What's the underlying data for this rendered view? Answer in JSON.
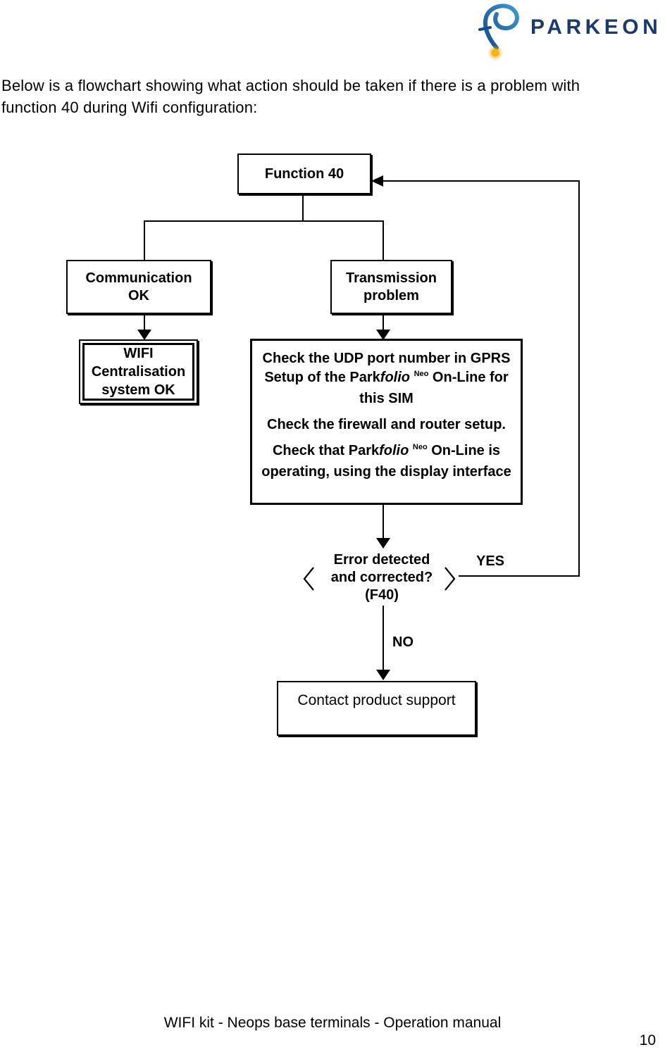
{
  "logo": {
    "brand": "PARKEON",
    "glyph": "parkeon-loop-icon",
    "colors": {
      "brand_navy": "#1d3a6c",
      "glyph_blue_dark": "#164a8c",
      "glyph_blue_light": "#3e9ad1",
      "dot_yellow": "#f3b70a"
    }
  },
  "intro": {
    "line1": "Below is a flowchart showing what action should be taken if there is a problem with",
    "line2": "function 40 during Wifi configuration:"
  },
  "flowchart": {
    "function40": "Function 40",
    "communication": [
      "Communication",
      "OK"
    ],
    "transmission": [
      "Transmission",
      "problem"
    ],
    "wifi": [
      "WIFI",
      "Centralisation",
      "system OK"
    ],
    "checks": {
      "p1": [
        {
          "t": "Check the UDP port number in GPRS"
        },
        {
          "br": true
        },
        {
          "t": "Setup of the Park"
        },
        {
          "t": "folio",
          "i": true
        },
        {
          "t": " "
        },
        {
          "t": "Neo",
          "s": true
        },
        {
          "t": " On-Line for"
        },
        {
          "br": true
        },
        {
          "t": "this SIM"
        }
      ],
      "p2": [
        {
          "t": "Check the firewall and router setup."
        }
      ],
      "p3": [
        {
          "t": "Check that Park"
        },
        {
          "t": "folio",
          "i": true
        },
        {
          "t": " "
        },
        {
          "t": "Neo",
          "s": true
        },
        {
          "t": " On-Line is"
        },
        {
          "br": true
        },
        {
          "t": "operating, using the display interface"
        }
      ]
    },
    "decision": [
      "Error detected",
      "and corrected?",
      "(F40)"
    ],
    "yes_label": "YES",
    "no_label": "NO",
    "contact": "Contact product support",
    "line_color": "#000000"
  },
  "footer": {
    "text": "WIFI kit - Neops base terminals - Operation manual",
    "page_number": "10"
  }
}
